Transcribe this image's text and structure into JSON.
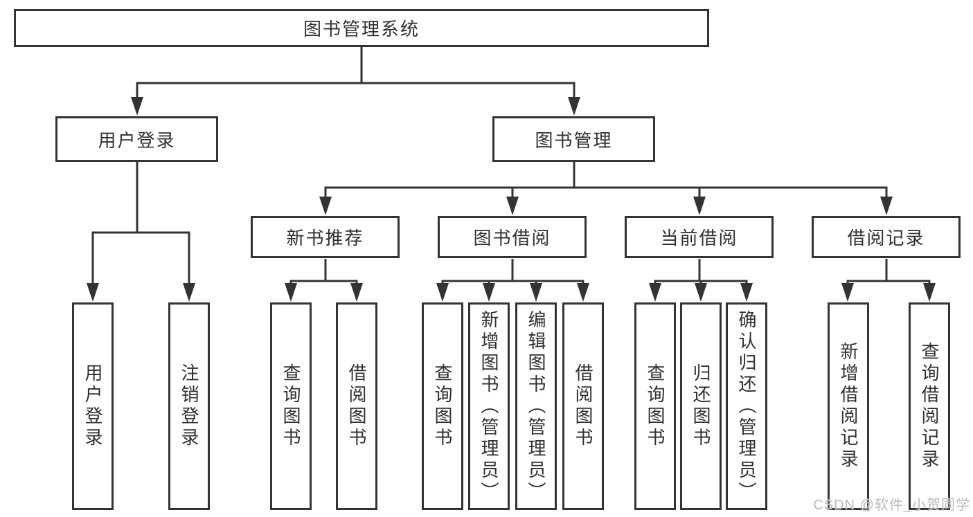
{
  "tree": {
    "root": {
      "label": "图书管理系统"
    },
    "children": [
      {
        "label": "用户登录",
        "children": [
          {
            "label": "用户登录"
          },
          {
            "label": "注销登录"
          }
        ]
      },
      {
        "label": "图书管理",
        "children": [
          {
            "label": "新书推荐",
            "children": [
              {
                "label": "查询图书"
              },
              {
                "label": "借阅图书"
              }
            ]
          },
          {
            "label": "图书借阅",
            "children": [
              {
                "label": "查询图书"
              },
              {
                "label": "新增图书（管理员）"
              },
              {
                "label": "编辑图书（管理员）"
              },
              {
                "label": "借阅图书"
              }
            ]
          },
          {
            "label": "当前借阅",
            "children": [
              {
                "label": "查询图书"
              },
              {
                "label": "归还图书"
              },
              {
                "label": "确认归还（管理员）"
              }
            ]
          },
          {
            "label": "借阅记录",
            "children": [
              {
                "label": "新增借阅记录"
              },
              {
                "label": "查询借阅记录"
              }
            ]
          }
        ]
      }
    ]
  },
  "watermark": {
    "text": "CSDN @软件_小贺同学"
  },
  "colors": {
    "line": "#333333",
    "text": "#2f2f2f",
    "background": "#ffffff",
    "watermark": "#b9b9b9"
  }
}
